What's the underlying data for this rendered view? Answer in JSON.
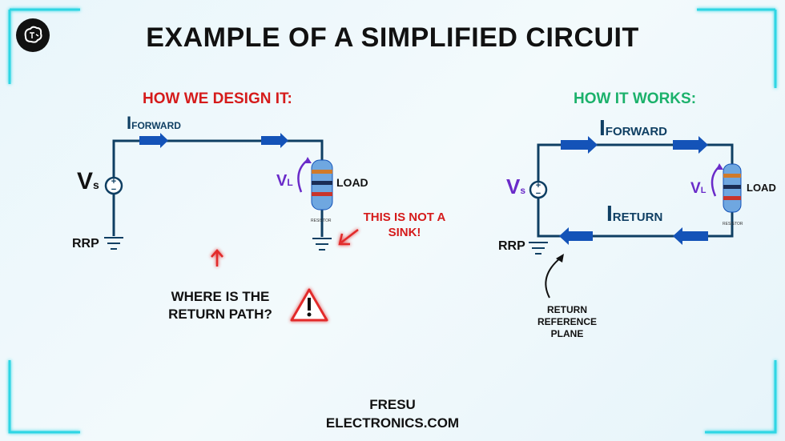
{
  "title": "EXAMPLE  OF A SIMPLIFIED CIRCUIT",
  "left": {
    "heading": "HOW WE DESIGN IT:",
    "i_letter": "I",
    "i_sub": "FORWARD",
    "vs_letter": "V",
    "vs_sub": "s",
    "vl_letter": "V",
    "vl_sub": "L",
    "load_label": "LOAD",
    "rrp_label": "RRP",
    "resistor_label": "RESISTOR",
    "sink_note_line1": "THIS IS NOT A",
    "sink_note_line2": "SINK!",
    "question_line1": "WHERE IS THE",
    "question_line2": "RETURN PATH?",
    "question_icon": "warning-icon"
  },
  "right": {
    "heading": "HOW IT WORKS:",
    "i_fwd_letter": "I",
    "i_fwd_sub": "FORWARD",
    "i_ret_letter": "I",
    "i_ret_sub": "RETURN",
    "vs_letter": "V",
    "vs_sub": "s",
    "vl_letter": "V",
    "vl_sub": "L",
    "load_label": "LOAD",
    "rrp_label": "RRP",
    "resistor_label": "RESISTOR",
    "plane_line1": "RETURN",
    "plane_line2": "REFERENCE",
    "plane_line3": "PLANE"
  },
  "footer": {
    "line1": "FRESU",
    "line2": "ELECTRONICS.COM"
  },
  "colors": {
    "wire": "#0f3f63",
    "arrow": "#1453b8",
    "red": "#d51b1b",
    "green": "#1bb16b",
    "purple": "#6a2bc9",
    "frame": "#2fd6e4"
  }
}
